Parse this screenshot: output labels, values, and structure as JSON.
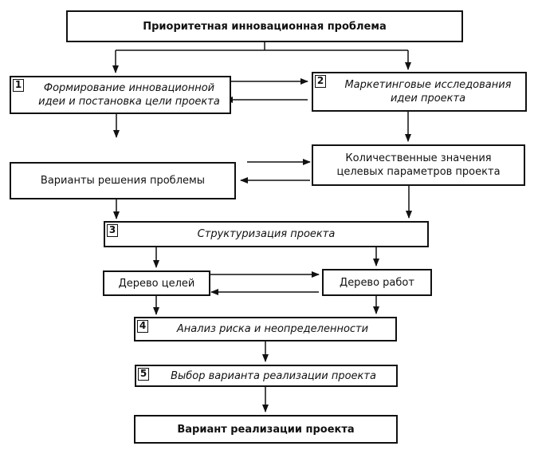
{
  "nodes": {
    "priority_problem": {
      "label": "Приоритетная инновационная проблема"
    },
    "idea_formation": {
      "number": "1",
      "label": "Формирование инновационной идеи и постановка цели проекта"
    },
    "marketing_research": {
      "number": "2",
      "label": "Маркетинговые исследования идеи проекта"
    },
    "solution_options": {
      "label": "Варианты решения проблемы"
    },
    "target_parameters": {
      "label": "Количественные значения целевых параметров проекта"
    },
    "structuring": {
      "number": "3",
      "label": "Структуризация проекта"
    },
    "goal_tree": {
      "label": "Дерево целей"
    },
    "work_tree": {
      "label": "Дерево работ"
    },
    "risk_analysis": {
      "number": "4",
      "label": "Анализ риска и неопределенности"
    },
    "option_selection": {
      "number": "5",
      "label": "Выбор варианта реализации проекта"
    },
    "implementation_option": {
      "label": "Вариант реализации проекта"
    }
  }
}
